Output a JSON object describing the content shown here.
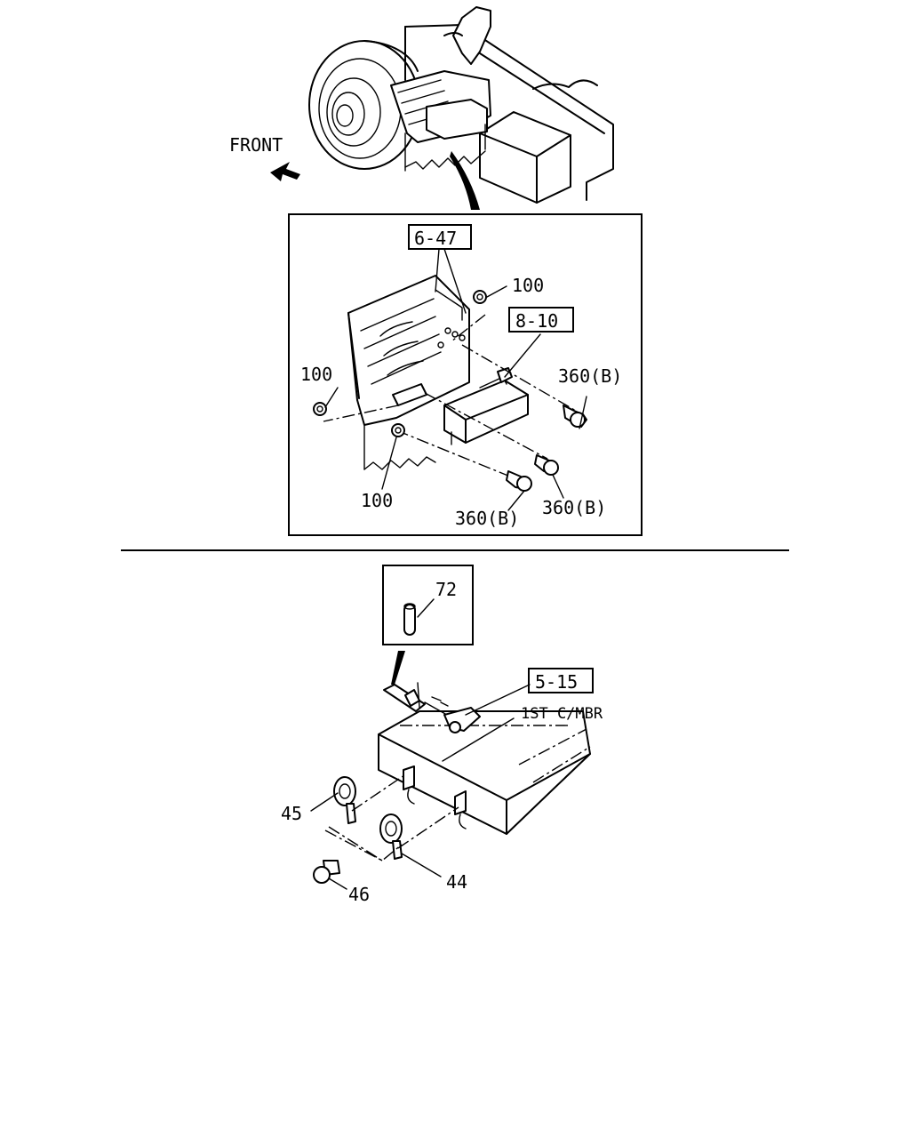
{
  "upper_view": {
    "direction_label": "FRONT",
    "direction_arrow_icon": "front-arrow-icon",
    "detail_callouts": {
      "ref_6_47": "6-47",
      "ref_8_10": "8-10",
      "nut_top_right": "100",
      "nut_left": "100",
      "nut_bottom": "100",
      "bolt_right": "360(B)",
      "bolt_bottom_right": "360(B)",
      "bolt_bottom": "360(B)"
    }
  },
  "lower_view": {
    "inset_part": "72",
    "ref_5_15": "5-15",
    "crossmember_label": "1ST C/MBR",
    "horn_left": "45",
    "horn_right": "44",
    "bolt": "46"
  }
}
